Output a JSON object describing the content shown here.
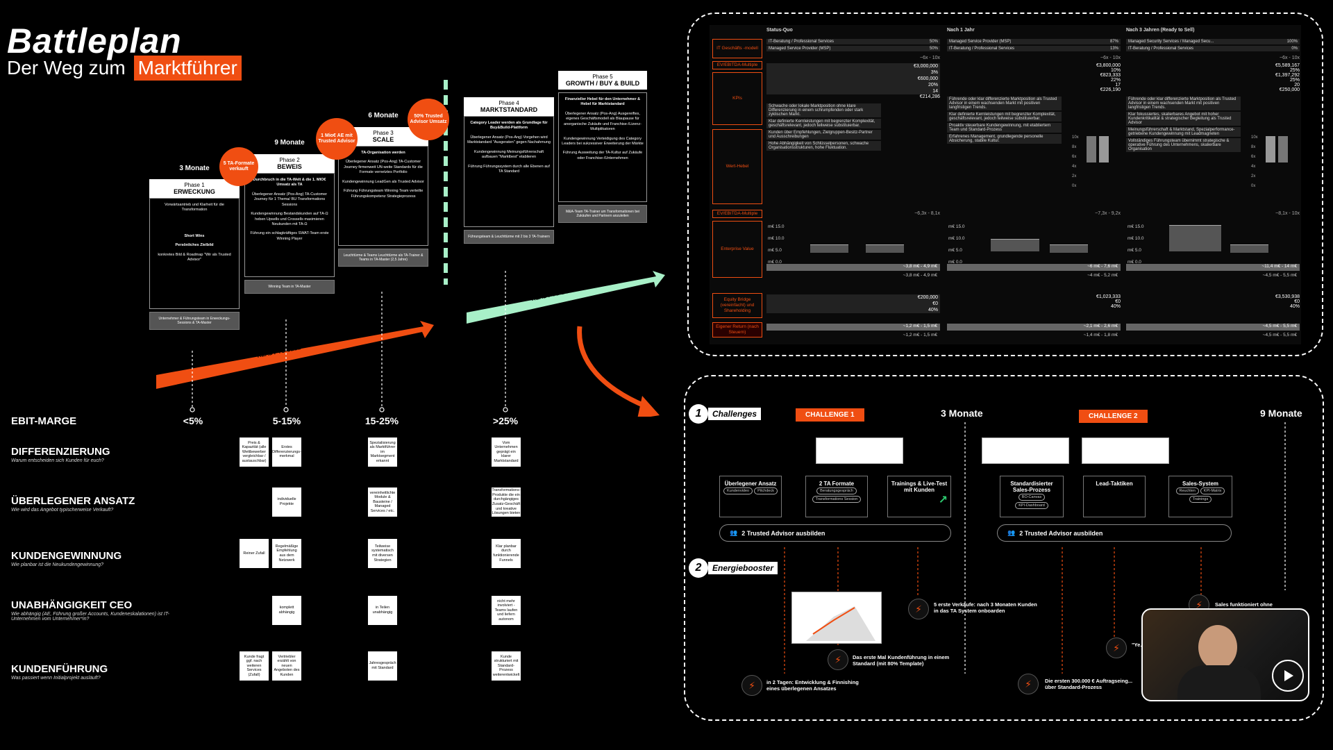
{
  "title": "Battleplan",
  "subtitle_prefix": "Der Weg zum",
  "subtitle_highlight": "Marktführer",
  "phases": [
    {
      "time": "3 Monate",
      "phase": "Phase 1",
      "name": "ERWECKUNG",
      "desc1": "Vorwärtsantrieb und Klarheit für die Transformation",
      "desc2": "Short Wins",
      "desc3": "Persönliches Zielbild",
      "desc4": "konkretes Bild & Roadmap \"Wir als Trusted Advisor\"",
      "foot": "Unternehmer & Führungsteam in Erweckungs-Sessions & TA-Master"
    },
    {
      "time": "9 Monate",
      "phase": "Phase 2",
      "name": "BEWEIS",
      "desc1": "Durchbruch in die TA-Welt & die 1. MIO€ Umsatz als TA",
      "desc2": "Überlegener Ansatz (Pos-Ang) TA-Customer Journey für 1 Thema/ BU Transformations Sessions",
      "desc3": "Kundengewinnung Bestandskunden auf TA-Ω heben Upsells und Crossells maximieren Neukunden mit TA-Ω",
      "desc4": "Führung ein schlagkräftiges SWAT-Team erste Winning Player",
      "foot": "Winning Team in TA-Master"
    },
    {
      "time": "6 Monate",
      "phase": "Phase 3",
      "name": "SCALE",
      "desc1": "TA-Organisation werden",
      "desc2": "Überlegener Ansatz (Pos-Ang) TA-Customer Journey firmenweit UN-weite Standards für die Formate vernetztes Portfolio",
      "desc3": "Kundengewinnung LeadGen als Trusted Advisor",
      "desc4": "Führung Führungsteam Winning Team verteilte Führungskompetenz Strategieprozess",
      "foot": "Leuchttürme & Teams Leuchttürme als TA-Trainer & Teams in TA-Master (2,5 Jahre)"
    },
    {
      "time": "",
      "phase": "Phase 4",
      "name": "MARKTSTANDARD",
      "desc1": "Category Leader werden als Grundlage für Buy&Build-Plattform",
      "desc2": "Überlegener Ansatz (Pos-Ang) Vorgehen wird Marktstandard \"Ausgeraten\" gegen Nachahmung",
      "desc3": "Kundengewinnung Meinungsführerschaft aufbauen \"Marktbest\" etablieren",
      "desc4": "Führung Führungssystem durch alle Ebenen auf TA Standard",
      "foot": "Führungsteam & Leuchttürme mit 2 bis 3 TA-Trainern"
    },
    {
      "time": "",
      "phase": "Phase 5",
      "name": "GROWTH / BUY & BUILD",
      "desc1": "Finanzieller Hebel für den Unternehmer & Hebel für Marktstandard",
      "desc2": "Überlegener Ansatz (Pos-Ang) Ausgereiftes, eigenes Geschäftsmodell als Blaupause für anorganische Zukäufe und Franchise-/Lizenz-Multiplikatoren",
      "desc3": "Kundengewinnung Verteidigung des Category Leaders bei sukzessiver Erweiterung der Märkte",
      "desc4": "Führung Ausweitung der TA-Kultur auf Zukäufe oder Franchise-/Unternehmen",
      "foot": "M&A-Team TA-Trainer um Transformationen bei Zukäufen und Partnern anzuleiten"
    }
  ],
  "circles": [
    {
      "text": "5 TA-Formate verkauft"
    },
    {
      "text": "1 Mio€ AE mit Trusted Advisor"
    },
    {
      "text": "50% Trusted Advisor Umsatz"
    }
  ],
  "arrows": {
    "ready_to_sell": "READY TO SELL",
    "ready_to_buy": "READY TO BUY"
  },
  "ebit": {
    "label": "EBIT-MARGE",
    "values": [
      "<5%",
      "5-15%",
      "15-25%",
      ">25%"
    ]
  },
  "rows": [
    {
      "title": "DIFFERENZIERUNG",
      "sub": "Warum entscheiden sich Kunden für euch?",
      "notes": [
        "Preis & Kapazität (alle Wettbewerber vergleichbar / austauschbar)",
        "Erstes Differenzierungs-merkmal",
        "Spezialisierung als Marktführer im Marktsegment erkannt",
        "Vom Unternehmen geprägt ein klarer Marktstandard"
      ]
    },
    {
      "title": "ÜBERLEGENER ANSATZ",
      "sub": "Wie wird das Angebot typischerweise Verkauft?",
      "notes": [
        "",
        "individuelle Projekte",
        "vereinheitlichte Module & Bausteine / Managed Services / etc.",
        "Transformations-Produkte die ein durchgängiges Zusatz-Geschäft und kreative Lösungen bieten"
      ]
    },
    {
      "title": "KUNDENGEWINNUNG",
      "sub": "Wie planbar ist die Neukundengewinnung?",
      "notes": [
        "Reiner Zufall",
        "Regelmäßige Empfehlung aus dem Netzwerk",
        "Teilweise systematisch mit diversen Strategien",
        "Klar planbar durch funktionierende Funnels"
      ]
    },
    {
      "title": "UNABHÄNGIGKEIT CEO",
      "sub": "Wie abhängig (AE, Führung großer Accounts, Kundeneskalationen) ist IT-Unternehmen vom Unternehmer*in?",
      "notes": [
        "",
        "komplett abhängig",
        "in Teilen unabhängig",
        "nicht mehr involviert - Teams laufen und liefern autonom"
      ]
    },
    {
      "title": "KUNDENFÜHRUNG",
      "sub": "Was passiert wenn Initialprojekt ausläuft?",
      "notes": [
        "Kunde fragt ggf. nach weiteren Services (Zufall)",
        "Vertriebler erzählt von neuen Angeboten des Kunden",
        "Jahresgespräch mit Standard",
        "Kunde strukturiert mit Standard-Prozess weiterentwickelt"
      ]
    }
  ],
  "fin": {
    "columns": [
      "Status-Quo",
      "Nach 1 Jahr",
      "Nach 3 Jahren (Ready to Sell)"
    ],
    "labels": {
      "model": "IT Geschäfts -modell",
      "mult1": "EV/EBITDA-Multiple",
      "kpis": "KPIs",
      "hebel": "Wert-Hebel",
      "mult2": "EV/EBITDA-Multiple",
      "ev": "Enterprise Value",
      "equity": "Equity Bridge (vereinfacht) und Shareholding",
      "return": "Eigener Return (nach Steuern)"
    },
    "models": [
      [
        {
          "name": "IT-Beratung / Professional Services",
          "pct": "50%"
        },
        {
          "name": "Managed Service Provider (MSP)",
          "pct": "50%"
        }
      ],
      [
        {
          "name": "Managed Service Provider (MSP)",
          "pct": "87%"
        },
        {
          "name": "IT-Beratung / Professional Services",
          "pct": "13%"
        }
      ],
      [
        {
          "name": "Managed Security Services / Managed Secu...",
          "pct": "100%"
        },
        {
          "name": "IT-Beratung / Professional Services",
          "pct": "0%"
        }
      ]
    ],
    "mult1": [
      "~6x - 10x",
      "~6x - 10x",
      "~6x - 10x"
    ],
    "kpis": [
      [
        "€3,000,000",
        "3%",
        "€600,000",
        "20%",
        "14",
        "€214,286"
      ],
      [
        "€3,800,000",
        "10%",
        "€823,333",
        "22%",
        "17",
        "€226,190"
      ],
      [
        "€5,589,167",
        "25%",
        "€1,397,292",
        "25%",
        "20",
        "€250,000"
      ]
    ],
    "hebel": [
      [
        "Schwache oder lokale Marktposition ohne klare Differenzierung in einem schrumpfenden oder stark zyklischen Markt.",
        "Klar definierte Kernleistungen mit begrenzter Komplexität, geschäftsrelevant, jedoch teilweise substituierbar.",
        "Kunden über Empfehlungen, Zielgruppen-Besitz-Partner und Ausschreibungen",
        "Hohe Abhängigkeit von Schlüsselpersonen, schwache Organisationsstrukturen, hohe Fluktuation."
      ],
      [
        "Führende oder klar differenzierte Marktposition als Trusted Advisor in einem wachsenden Markt mit positiven langfristigen Trends.",
        "Klar definierte Kernleistungen mit begrenzter Komplexität, geschäftsrelevant, jedoch teilweise substituierbar.",
        "Proaktiv steuerbare Kundengewinnung, mit etabliertem Team und Standard-Prozess",
        "Erfahrenes Management, grundlegende personelle Absicherung, stabile Kultur."
      ],
      [
        "Führende oder klar differenzierte Marktposition als Trusted Advisor in einem wachsenden Markt mit positiven langfristigen Trends.",
        "Klar fokussiertes, skalierbares Angebot mit hoher Kundenkritikalität & strategischer Begleitung als Trusted Advisor",
        "Meinungsführerschaft & Marktstand, Spezialperformance-getriebene Kundengewinnung mit Leadmagneten",
        "Vollständiges Führungsteam übernimmt strategische & operative Führung des Unternehmens, skalierbare Organisation"
      ]
    ],
    "hebel_axis": [
      "10x",
      "8x",
      "6x",
      "4x",
      "2x",
      "0x"
    ],
    "mult2": [
      "~6,3x - 8,1x",
      "~7,3x - 9,2x",
      "~8,1x - 10x"
    ],
    "ev_axis": [
      "m€ 15.0",
      "m€ 10.0",
      "m€ 5.0",
      "m€ 0.0"
    ],
    "ev_vals": [
      [
        "~3,8 m€ - 4,9 m€",
        "~3,8 m€ - 4,9 m€"
      ],
      [
        "~6 m€ - 7,6 m€",
        "~4 m€ - 5,2 m€"
      ],
      [
        "~11,4 m€ - 14 m€",
        "~4,5 m€ - 5,5 m€"
      ]
    ],
    "equity": [
      [
        "€200,000",
        "€0",
        "40%"
      ],
      [
        "€1,023,333",
        "€0",
        "40%"
      ],
      [
        "€3,530,938",
        "€0",
        "40%"
      ]
    ],
    "ret": [
      [
        "~1,2 m€ - 1,5 m€",
        "~1,2 m€ - 1,5 m€"
      ],
      [
        "~2,1 m€ - 2,6 m€",
        "~1,4 m€ - 1,8 m€"
      ],
      [
        "~4,5 m€ - 5,5 m€",
        "~4,5 m€ - 5,5 m€"
      ]
    ]
  },
  "chal": {
    "sec1_num": "1",
    "sec1": "Challenges",
    "sec2_num": "2",
    "sec2": "Energiebooster",
    "tag1": "CHALLENGE 1",
    "tag2": "CHALLENGE 2",
    "m1": "3 Monate",
    "m2": "9 Monate",
    "cards1": [
      {
        "title": "Überlegener Ansatz",
        "pills": [
          "Kundenvideo",
          "Pitchdeck"
        ]
      },
      {
        "title": "2 TA Formate",
        "pills": [
          "Beratungsgespräch",
          "Transformations Session"
        ]
      },
      {
        "title": "Trainings & Live-Test mit Kunden",
        "pills": []
      }
    ],
    "cards2": [
      {
        "title": "Standardisierter Sales-Prozess",
        "pills": [
          "BO-Canvas",
          "KPI-Dashboard"
        ]
      },
      {
        "title": "Lead-Taktiken",
        "pills": []
      },
      {
        "title": "Sales-System",
        "pills": [
          "Reuchlen",
          "KPI-Matrix",
          "Trainings"
        ]
      }
    ],
    "advisor1": "2 Trusted Advisor ausbilden",
    "advisor2": "2 Trusted Advisor ausbilden",
    "boosts": [
      "5 erste Verkäufe: nach 3 Monaten Kunden in das TA System onboarden",
      "Das erste Mal Kundenführung in einem Standard (mit 80% Template)",
      "in 2 Tagen: Entwicklung & Finnishing eines überlegenen Ansatzes",
      "Sales funktioniert ohne",
      "\"Ye... f...",
      "Die ersten 300.000 € Auftragseing... über Standard-Prozess"
    ]
  },
  "colors": {
    "accent": "#f04e12",
    "mint": "#a8f0c8"
  }
}
